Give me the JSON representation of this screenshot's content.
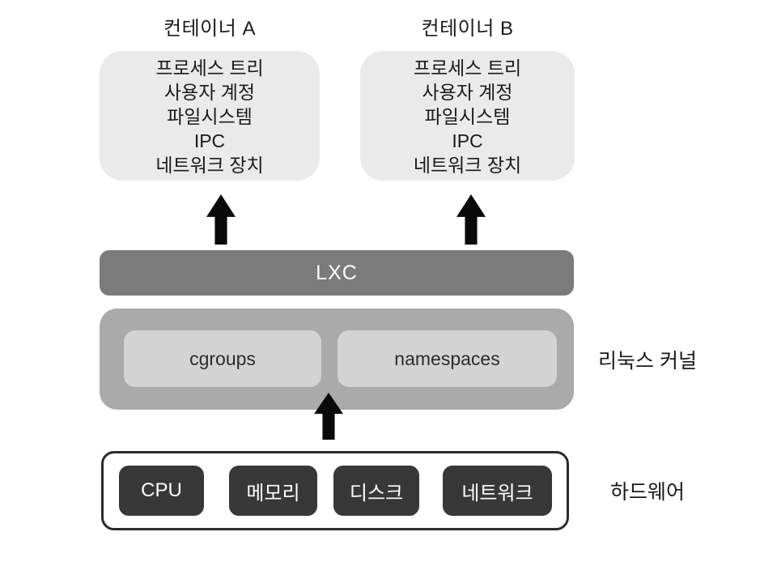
{
  "containers": [
    {
      "title": "컨테이너 A",
      "items": [
        "프로세스 트리",
        "사용자 계정",
        "파일시스템",
        "IPC",
        "네트워크 장치"
      ]
    },
    {
      "title": "컨테이너 B",
      "items": [
        "프로세스 트리",
        "사용자 계정",
        "파일시스템",
        "IPC",
        "네트워크 장치"
      ]
    }
  ],
  "lxc": {
    "label": "LXC"
  },
  "kernel": {
    "label": "리눅스 커널",
    "components": [
      "cgroups",
      "namespaces"
    ]
  },
  "hardware": {
    "label": "하드웨어",
    "components": [
      "CPU",
      "메모리",
      "디스크",
      "네트워크"
    ]
  },
  "icons": {
    "up_arrow": "block-up-arrow"
  },
  "colors": {
    "background": "#ffffff",
    "container_fill": "#eaeaea",
    "lxc_fill": "#7b7b7b",
    "kernel_fill": "#aaaaaa",
    "kernel_component_fill": "#d3d3d3",
    "hardware_item_fill": "#383838",
    "hardware_border": "#2b2b2b",
    "arrow": "#0a0a0a",
    "text_dark": "#1a1a1a",
    "text_light": "#ffffff"
  }
}
